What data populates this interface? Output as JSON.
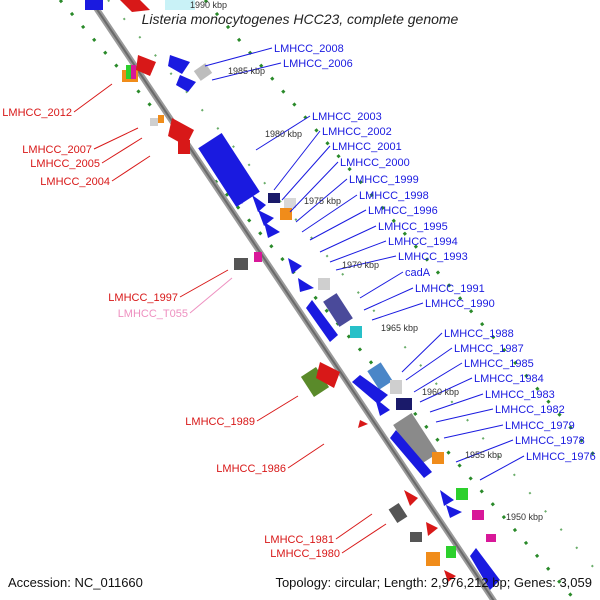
{
  "title": "Listeria monocytogenes HCC23, complete genome",
  "footer": {
    "accession": "Accession: NC_011660",
    "summary": "Topology: circular; Length: 2,976,212 bp; Genes: 3,059"
  },
  "tick_labels": [
    "1990 kbp",
    "1985 kbp",
    "1980 kbp",
    "1975 kbp",
    "1970 kbp",
    "1965 kbp",
    "1960 kbp",
    "1955 kbp",
    "1950 kbp"
  ],
  "gene_labels_right": [
    "LMHCC_2008",
    "LMHCC_2006",
    "LMHCC_2003",
    "LMHCC_2002",
    "LMHCC_2001",
    "LMHCC_2000",
    "LMHCC_1999",
    "LMHCC_1998",
    "LMHCC_1996",
    "LMHCC_1995",
    "LMHCC_1994",
    "LMHCC_1993",
    "cadA",
    "LMHCC_1991",
    "LMHCC_1990",
    "LMHCC_1988",
    "LMHCC_1987",
    "LMHCC_1985",
    "LMHCC_1984",
    "LMHCC_1983",
    "LMHCC_1982",
    "LMHCC_1979",
    "LMHCC_1978",
    "LMHCC_1976"
  ],
  "gene_labels_left": [
    "LMHCC_2012",
    "LMHCC_2007",
    "LMHCC_2005",
    "LMHCC_2004",
    "LMHCC_1997",
    "LMHCC_T055",
    "LMHCC_1989",
    "LMHCC_1986",
    "LMHCC_1981",
    "LMHCC_1980"
  ],
  "colors": {
    "cds_forward": "#d81818",
    "cds_reverse": "#1a1ae0",
    "rna_label": "#ee90c0",
    "backbone": "#8a8a8a",
    "gc_dots": "#2a8a2a"
  }
}
